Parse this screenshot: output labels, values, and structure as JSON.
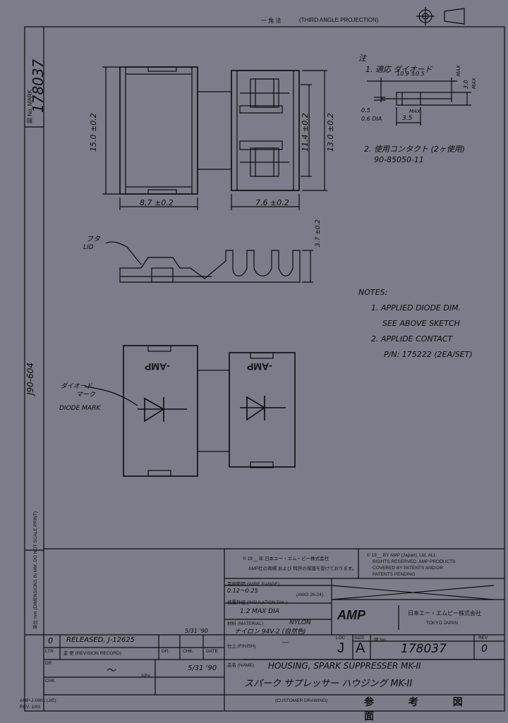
{
  "header": {
    "projection_jp": "一 角 法",
    "projection_en": "(THIRD ANGLE PROJECTION)"
  },
  "side_strip": {
    "dwg_label": "図 No. MARK",
    "dwg_number": "178037",
    "form_code": "J90-604",
    "scale_note": "単位 mm (DIMENSIONS IN MM, DO NOT SCALE PRINT)"
  },
  "dimensions": {
    "height_left": "15.0 ±0.2",
    "width_left": "8.7 ±0.2",
    "width_right": "7.6 ±0.2",
    "inner_height": "11.4 ±0.2",
    "height_right": "13.0 ±0.2",
    "side_height": "3.7 ±0.2"
  },
  "notes_jp": {
    "title": "注",
    "note1": "1. 適応 ダイオード",
    "note2": "2. 使用コンタクト (2ヶ使用)",
    "contact_pn": "90-85050-11"
  },
  "diode_sketch": {
    "len": "10.9 ±0.5",
    "max": "MAX",
    "dia_outer": "3.0",
    "dia_max": "MAX",
    "lead1": "0.5",
    "lead2": "0.6 DIA",
    "body_len": "3.5"
  },
  "lid_label": {
    "jp": "フタ",
    "en": "LID"
  },
  "notes_en": {
    "title": "NOTES:",
    "line1": "1. APPLIED DIODE DIM.",
    "line2": "SEE ABOVE SKETCH",
    "line3": "2. APPLIDE CONTACT",
    "line4": "P/N: 175222 (2EA/SET)"
  },
  "diode_mark": {
    "jp1": "ダイオード",
    "jp2": "マーク",
    "en": "DIODE MARK",
    "logo_text": "-AMP"
  },
  "title_block": {
    "copyright_jp": "© 19__ 年 日本エー・エム・ピー株式会社",
    "copyright_jp2": "AMP社の商標 および 特許の保護を受けております。",
    "copyright_en1": "© 19__ BY AMP (Japan), Ltd. ALL",
    "copyright_en2": "RIGHTS RESERVED. AMP PRODUCTS",
    "copyright_en3": "COVERED BY PATENTS AND/OR",
    "copyright_en4": "PATENTS PENDING",
    "wire_range_label": "電線範囲 (WIRE RANGE)",
    "wire_range_value": "0.12～0.25",
    "wire_range_awg": "(AWG 26-24)",
    "insulation_label": "被覆外径 (INSULATION DIA.)",
    "insulation_value": "1.2 MAX DIA",
    "material_label": "材料 (MATERIAL)",
    "material_value": "NYLON",
    "material_jp": "ナイロン 94V-2 (自然色)",
    "finish_label": "仕上 (FINISH)",
    "finish_value": "―",
    "company": "AMP",
    "company_jp": "日本エー・エムピー株式会社",
    "company_city": "TOKYO JAPAN",
    "loc_label": "LOC",
    "size_label": "SIZE",
    "dwg_no_label": "図 No",
    "rev_label": "REV",
    "loc": "J",
    "size": "A",
    "dwg_no": "178037",
    "rev": "0",
    "revision_ltr": "0",
    "revision_text": "RELEASED, J-12625",
    "revision_chk": "5/31 '90",
    "ltr_label": "LTR",
    "rev_record_label": "変 更 (REVISION RECORD)",
    "dr_label": "DR.",
    "chk_label": "CHK.",
    "date_label": "DATE",
    "dr_row": "DR",
    "chk_row": "CHK",
    "apv_label": "APV",
    "dr_date": "5/31 '90",
    "name_label": "品名 (NAME)",
    "name_en": "HOUSING, SPARK SUPPRESSER MK-II",
    "name_jp": "スパーク サプレッサー ハウジング MK-II",
    "customer_drawing": "(CUSTOMER DRAWING)",
    "reference_jp": "参 考 図 面",
    "form_no": "AMP-J-0901 (J/E)",
    "form_rev": "REV. 1/83"
  }
}
